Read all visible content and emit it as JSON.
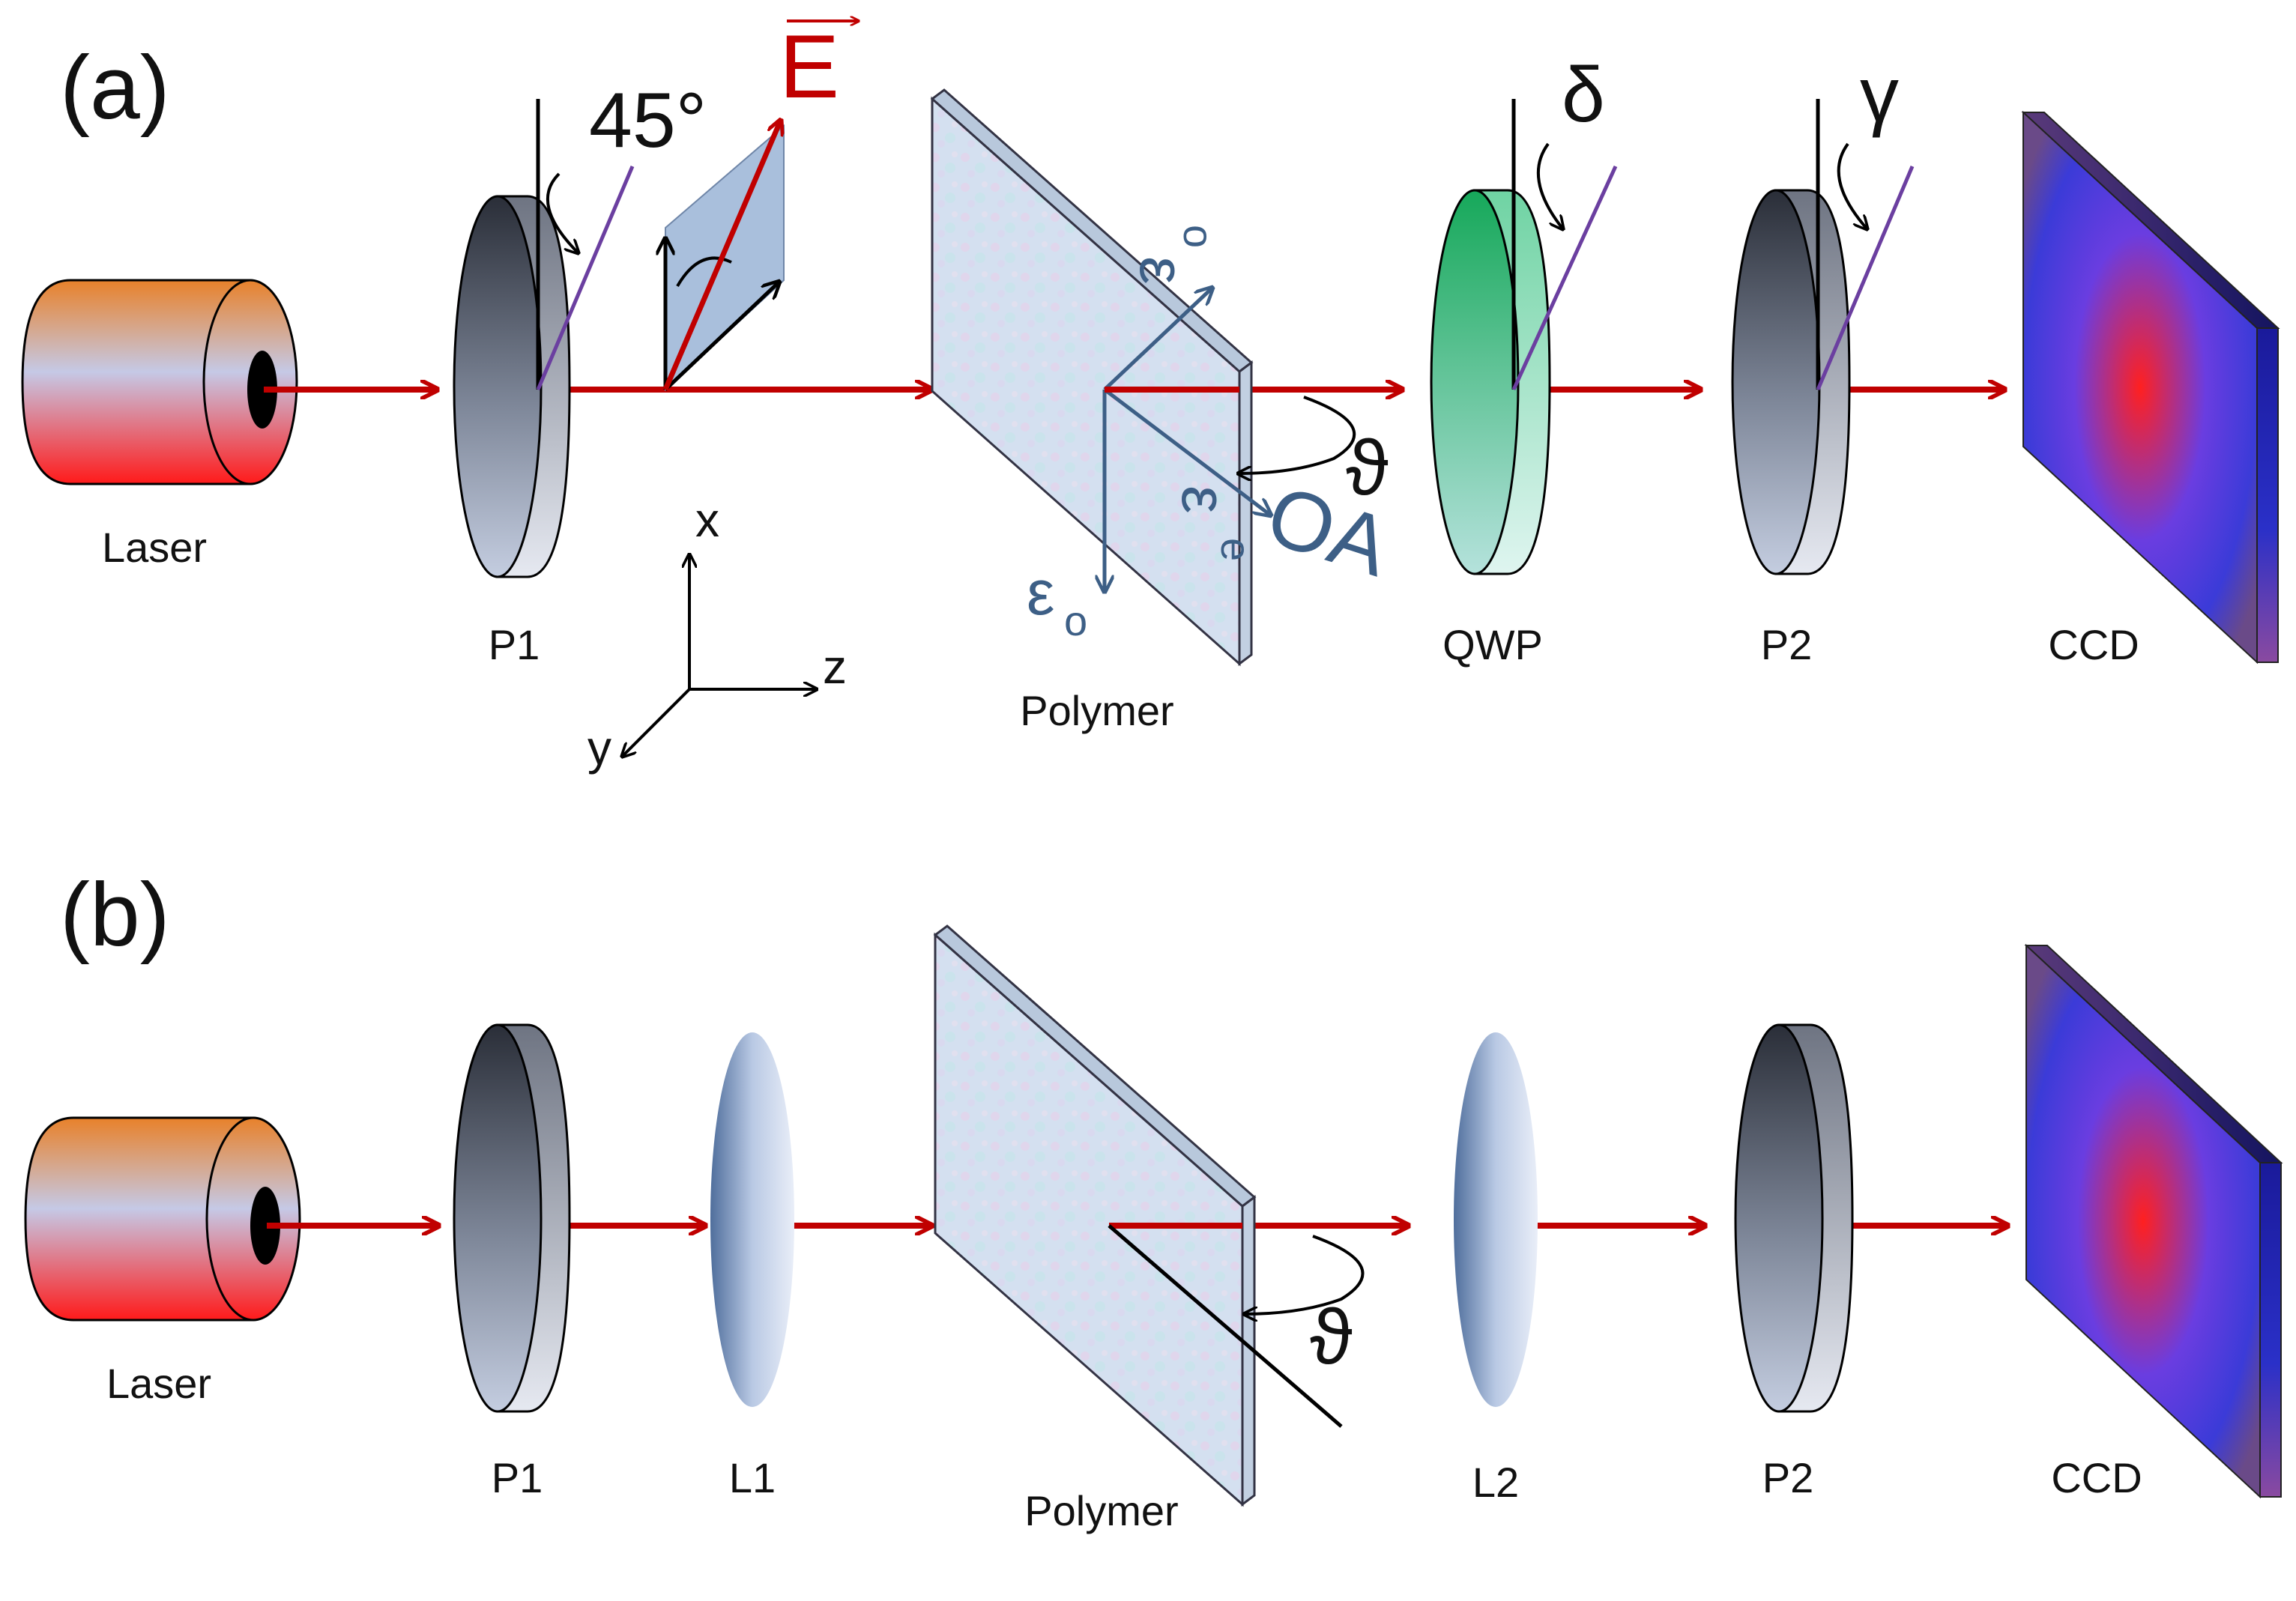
{
  "panel_a": {
    "label": "(a)",
    "components": {
      "laser": "Laser",
      "p1": "P1",
      "polymer": "Polymer",
      "qwp": "QWP",
      "p2": "P2",
      "ccd": "CCD"
    },
    "annotations": {
      "angle_p1": "45°",
      "field_vector": "E",
      "angle_qwp": "δ",
      "angle_p2": "γ",
      "angle_polymer": "ϑ",
      "eps_o_top": "ε",
      "eps_o_top_sub": "o",
      "eps_e": "ε",
      "eps_e_sub": "e",
      "eps_o_bottom": "ε",
      "eps_o_bottom_sub": "o",
      "optic_axis": "OA"
    },
    "axes": {
      "x": "x",
      "y": "y",
      "z": "z"
    }
  },
  "panel_b": {
    "label": "(b)",
    "components": {
      "laser": "Laser",
      "p1": "P1",
      "l1": "L1",
      "polymer": "Polymer",
      "l2": "L2",
      "p2": "P2",
      "ccd": "CCD"
    },
    "annotations": {
      "angle_polymer": "ϑ"
    }
  },
  "colors": {
    "beam": "#c00000",
    "vector_e": "#c00000",
    "polarizer_line": "#6b3fa0",
    "polymer_axes": "#3d5f86",
    "qwp_green": "#2db866",
    "laser_orange": "#e8812a",
    "laser_red": "#ff1a1a"
  }
}
